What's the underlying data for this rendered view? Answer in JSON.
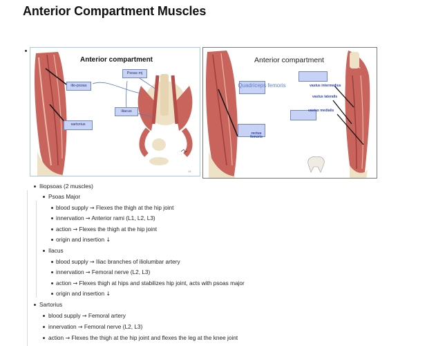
{
  "page": {
    "title": "Anterior Compartment Muscles"
  },
  "slides": {
    "slide1": {
      "title": "Anterior compartment",
      "labels": {
        "psoas_mj": "Psoas mj",
        "ilio_psoas": "ilio-psoas",
        "iliacus": "iliacus",
        "sartorius": "sartorius"
      },
      "page_number": "14"
    },
    "slide2": {
      "title": "Anterior compartment",
      "quadriceps": "Quadriceps femoris",
      "labels": {
        "vastus_intermedius": "vastus intermedius",
        "vastus_lateralis": "vastus lateralis",
        "vastus_medialis": "vastus medialis",
        "rectus_femoris": "rectus femoris"
      }
    }
  },
  "outline": {
    "iliopsoas": {
      "label": "Iliopsoas (2 muscles)",
      "psoas_major": {
        "label": "Psoas Major",
        "items": [
          {
            "key": "blood supply",
            "arrow": "→",
            "value": "Flexes the thigh at the hip joint"
          },
          {
            "key": "innervation",
            "arrow": "→",
            "value": "Anterior rami (L1, L2, L3)"
          },
          {
            "key": "action",
            "arrow": "→",
            "value": "Flexes the thigh at the hip joint"
          },
          {
            "key": "origin and insertion",
            "arrow": "↓",
            "value": ""
          }
        ]
      },
      "iliacus": {
        "label": "Ilacus",
        "items": [
          {
            "key": "blood supply",
            "arrow": "→",
            "value": "Iliac branches of iliolumbar artery"
          },
          {
            "key": "innervation",
            "arrow": "→",
            "value": "Femoral nerve (L2, L3)"
          },
          {
            "key": "action",
            "arrow": "→",
            "value": "Flexes thigh at hips and stabilizes hip joint, acts with psoas major"
          },
          {
            "key": "origin and insertion",
            "arrow": "↓",
            "value": ""
          }
        ]
      }
    },
    "sartorius": {
      "label": "Sartorius",
      "items": [
        {
          "key": "blood supply",
          "arrow": "→",
          "value": "Femoral artery"
        },
        {
          "key": "innervation",
          "arrow": "→",
          "value": "Femoral nerve (L2, L3)"
        },
        {
          "key": "action",
          "arrow": "→",
          "value": "Flexes the thigh at the hip joint and flexes the leg at the knee joint"
        }
      ]
    }
  },
  "colors": {
    "muscle": "#c8645c",
    "muscle_dark": "#9c3f3a",
    "bone": "#eee2c6",
    "label_fill": "#c9d3f3",
    "label_border": "#6f86c9"
  }
}
